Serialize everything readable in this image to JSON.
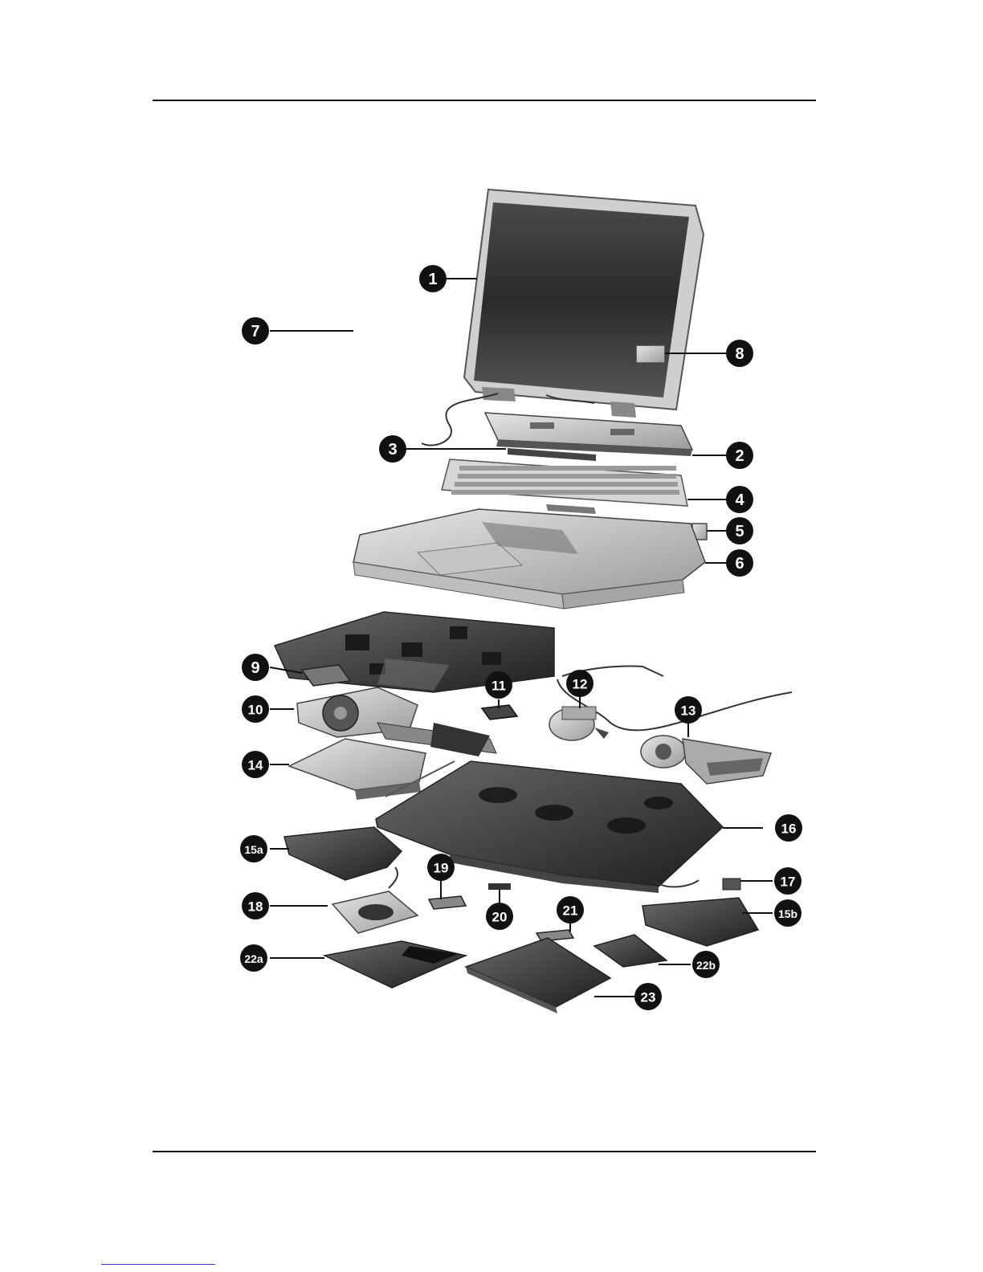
{
  "figure": {
    "callouts": [
      {
        "id": "c1",
        "label": "1"
      },
      {
        "id": "c2",
        "label": "2"
      },
      {
        "id": "c3",
        "label": "3"
      },
      {
        "id": "c4",
        "label": "4"
      },
      {
        "id": "c5",
        "label": "5"
      },
      {
        "id": "c6",
        "label": "6"
      },
      {
        "id": "c7",
        "label": "7"
      },
      {
        "id": "c8",
        "label": "8"
      },
      {
        "id": "c9",
        "label": "9"
      },
      {
        "id": "c10",
        "label": "10"
      },
      {
        "id": "c11",
        "label": "11"
      },
      {
        "id": "c12",
        "label": "12"
      },
      {
        "id": "c13",
        "label": "13"
      },
      {
        "id": "c14",
        "label": "14"
      },
      {
        "id": "c15a",
        "label": "15a"
      },
      {
        "id": "c15b",
        "label": "15b"
      },
      {
        "id": "c16",
        "label": "16"
      },
      {
        "id": "c17",
        "label": "17"
      },
      {
        "id": "c18",
        "label": "18"
      },
      {
        "id": "c19",
        "label": "19"
      },
      {
        "id": "c20",
        "label": "20"
      },
      {
        "id": "c21",
        "label": "21"
      },
      {
        "id": "c22a",
        "label": "22a"
      },
      {
        "id": "c22b",
        "label": "22b"
      },
      {
        "id": "c23",
        "label": "23"
      }
    ]
  },
  "colors": {
    "part_light": "#d9d9d9",
    "part_mid": "#9a9a9a",
    "part_dark": "#3a3a3a",
    "callout_fill": "#111111"
  }
}
